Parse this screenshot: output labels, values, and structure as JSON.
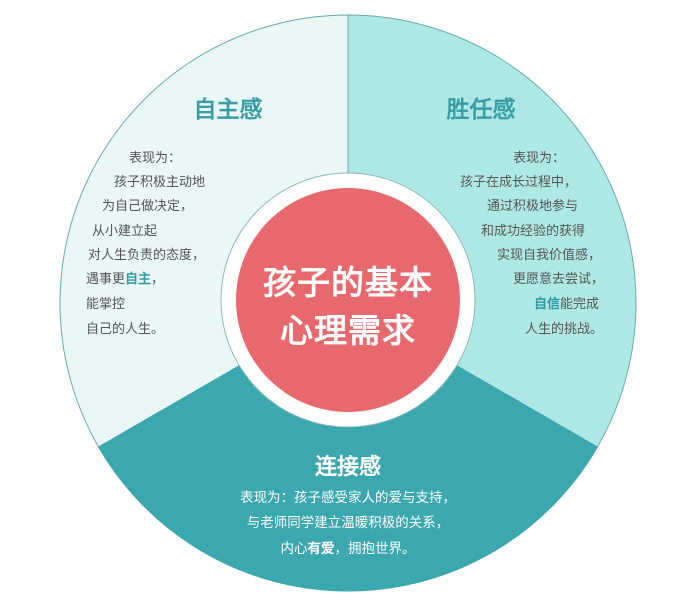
{
  "colors": {
    "autonomy_bg": "#e9f7f7",
    "competence_bg": "#aee8e5",
    "relatedness_bg": "#3ba7af",
    "center": "#e8696d",
    "heading": "#3a9ea5"
  },
  "center": {
    "line1": "孩子的基本",
    "line2": "心理需求"
  },
  "autonomy": {
    "title": "自主感",
    "lines": [
      "表现为：",
      "孩子积极主动地",
      "为自己做决定，",
      "从小建立起",
      "对人生负责的态度，"
    ],
    "line6_pre": "遇事更",
    "line6_hl": "自主",
    "line6_post": "，",
    "line7": "能掌控",
    "line8": "自己的人生。"
  },
  "competence": {
    "title": "胜任感",
    "lines": [
      "表现为：",
      "孩子在成长过程中，",
      "通过积极地参与",
      "和成功经验的获得",
      "实现自我价值感，",
      "更愿意去尝试，"
    ],
    "line7_hl": "自信",
    "line7_post": "能完成",
    "line8": "人生的挑战。"
  },
  "relatedness": {
    "title": "连接感",
    "line1": "表现为：孩子感受家人的爱与支持，",
    "line2": "与老师同学建立温暖积极的关系，",
    "line3_pre": "内心",
    "line3_hl": "有爱",
    "line3_post": "，拥抱世界。"
  }
}
